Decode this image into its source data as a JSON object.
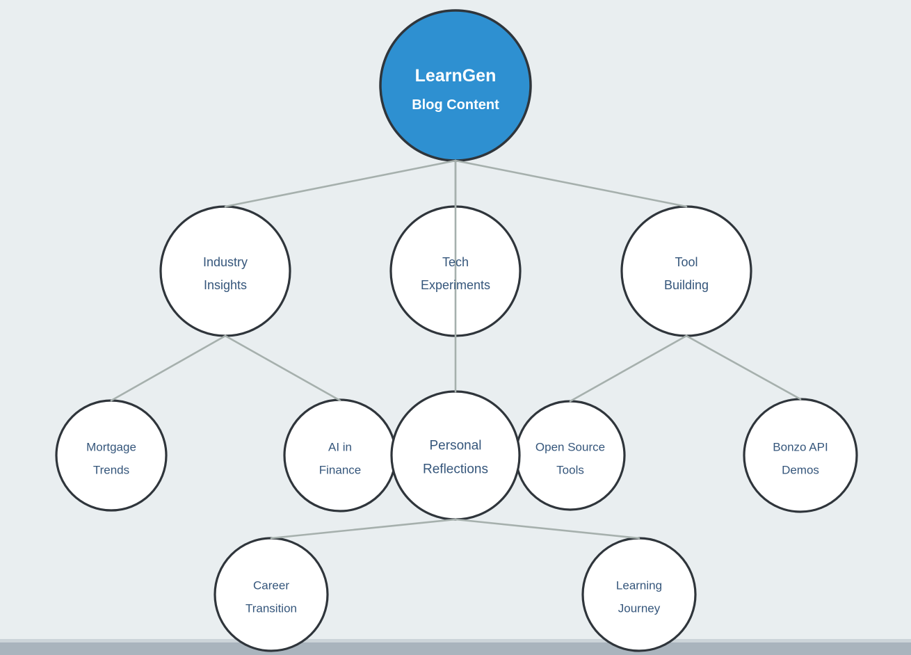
{
  "page": {
    "background_color": "#e9eef0",
    "scrollbar": {
      "track_color": "#ccd4d9",
      "thumb_color": "#a9b4bd"
    }
  },
  "diagram": {
    "colors": {
      "root_fill": "#2e90d1",
      "root_text": "#ffffff",
      "node_fill": "#ffffff",
      "node_border": "#2f353b",
      "edge": "#a6b0ad",
      "label": "#35567b"
    },
    "root": {
      "id": "learngen-blog-content",
      "lines": [
        "LearnGen",
        "Blog Content"
      ]
    },
    "nodes": [
      {
        "id": "industry-insights",
        "lines": [
          "Industry",
          "Insights"
        ]
      },
      {
        "id": "tech-experiments",
        "lines": [
          "Tech",
          "Experiments"
        ]
      },
      {
        "id": "tool-building",
        "lines": [
          "Tool",
          "Building"
        ]
      },
      {
        "id": "mortgage-trends",
        "lines": [
          "Mortgage",
          "Trends"
        ]
      },
      {
        "id": "ai-in-finance",
        "lines": [
          "AI in",
          "Finance"
        ]
      },
      {
        "id": "personal-reflections",
        "lines": [
          "Personal",
          "Reflections"
        ]
      },
      {
        "id": "open-source-tools",
        "lines": [
          "Open Source",
          "Tools"
        ]
      },
      {
        "id": "bonzo-api-demos",
        "lines": [
          "Bonzo API",
          "Demos"
        ]
      },
      {
        "id": "career-transition",
        "lines": [
          "Career",
          "Transition"
        ]
      },
      {
        "id": "learning-journey",
        "lines": [
          "Learning",
          "Journey"
        ]
      }
    ],
    "edges": [
      {
        "from": "learngen-blog-content",
        "to": "industry-insights"
      },
      {
        "from": "learngen-blog-content",
        "to": "tech-experiments"
      },
      {
        "from": "learngen-blog-content",
        "to": "tool-building"
      },
      {
        "from": "learngen-blog-content",
        "to": "personal-reflections"
      },
      {
        "from": "industry-insights",
        "to": "mortgage-trends"
      },
      {
        "from": "industry-insights",
        "to": "ai-in-finance"
      },
      {
        "from": "tool-building",
        "to": "open-source-tools"
      },
      {
        "from": "tool-building",
        "to": "bonzo-api-demos"
      },
      {
        "from": "personal-reflections",
        "to": "career-transition"
      },
      {
        "from": "personal-reflections",
        "to": "learning-journey"
      }
    ]
  }
}
